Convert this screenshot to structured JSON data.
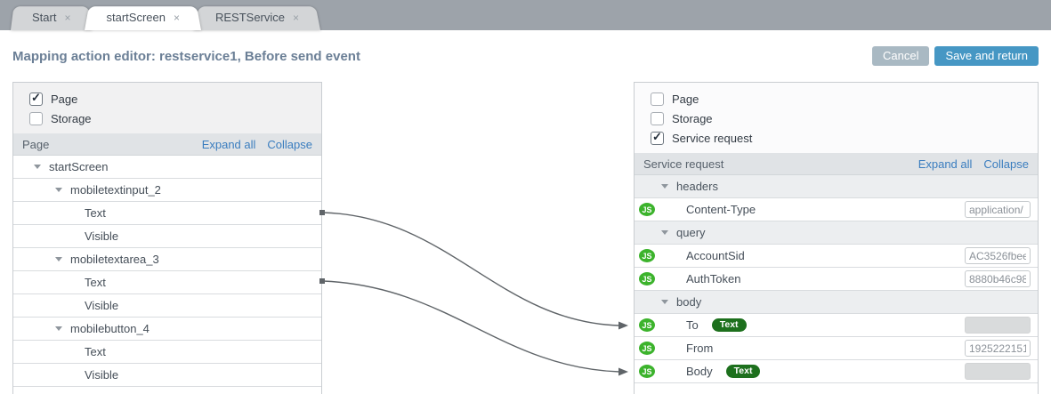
{
  "close_glyph": "×",
  "check_glyph": "✓",
  "tabs": [
    {
      "label": "Start",
      "active": false
    },
    {
      "label": "startScreen",
      "active": true
    },
    {
      "label": "RESTService",
      "active": false
    }
  ],
  "header": {
    "title": "Mapping action editor: restservice1, Before send event",
    "cancel_label": "Cancel",
    "save_label": "Save and return"
  },
  "left_panel": {
    "sources": [
      {
        "label": "Page",
        "checked": true
      },
      {
        "label": "Storage",
        "checked": false
      }
    ],
    "header": {
      "title": "Page",
      "expand_label": "Expand all",
      "collapse_label": "Collapse"
    },
    "tree": [
      {
        "label": "startScreen",
        "level": 1,
        "expandable": true
      },
      {
        "label": "mobiletextinput_2",
        "level": 2,
        "expandable": true
      },
      {
        "label": "Text",
        "level": 3,
        "mapped": true
      },
      {
        "label": "Visible",
        "level": 3
      },
      {
        "label": "mobiletextarea_3",
        "level": 2,
        "expandable": true
      },
      {
        "label": "Text",
        "level": 3,
        "mapped": true
      },
      {
        "label": "Visible",
        "level": 3
      },
      {
        "label": "mobilebutton_4",
        "level": 2,
        "expandable": true
      },
      {
        "label": "Text",
        "level": 3
      },
      {
        "label": "Visible",
        "level": 3
      }
    ]
  },
  "right_panel": {
    "js_label": "JS",
    "sources": [
      {
        "label": "Page",
        "checked": false
      },
      {
        "label": "Storage",
        "checked": false
      },
      {
        "label": "Service request",
        "checked": true
      }
    ],
    "header": {
      "title": "Service request",
      "expand_label": "Expand all",
      "collapse_label": "Collapse"
    },
    "rows": [
      {
        "type": "group",
        "label": "headers"
      },
      {
        "type": "item",
        "label": "Content-Type",
        "js": true,
        "input": "application/"
      },
      {
        "type": "group",
        "label": "query"
      },
      {
        "type": "item",
        "label": "AccountSid",
        "js": true,
        "input": "AC3526fbee"
      },
      {
        "type": "item",
        "label": "AuthToken",
        "js": true,
        "input": "8880b46c98"
      },
      {
        "type": "group",
        "label": "body"
      },
      {
        "type": "item",
        "label": "To",
        "js": true,
        "badge": "Text",
        "input": "",
        "disabled": true
      },
      {
        "type": "item",
        "label": "From",
        "js": true,
        "input": "1925222151"
      },
      {
        "type": "item",
        "label": "Body",
        "js": true,
        "badge": "Text",
        "input": "",
        "disabled": true
      }
    ]
  },
  "connections": [
    {
      "from": "startScreen.mobiletextinput_2.Text",
      "to": "body.To"
    },
    {
      "from": "startScreen.mobiletextarea_3.Text",
      "to": "body.Body"
    }
  ],
  "colors": {
    "tabstrip_bg": "#9da3aa",
    "accent_blue": "#4697c4",
    "cancel_gray": "#a9b9c3",
    "link_blue": "#3a7dbf",
    "js_green": "#3cb32c",
    "badge_green": "#1d701d",
    "connector_gray": "#5f6468"
  }
}
